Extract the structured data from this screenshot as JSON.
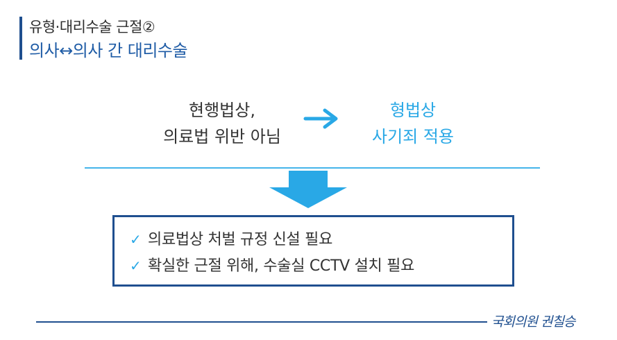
{
  "header": {
    "line1": "유형·대리수술 근절②",
    "line2": "의사↔의사 간 대리수술"
  },
  "comparison": {
    "left": [
      "현행법상,",
      "의료법 위반 아님"
    ],
    "right": [
      "형법상",
      "사기죄 적용"
    ]
  },
  "box": {
    "items": [
      "의료법상 처벌 규정 신설 필요",
      "확실한 근절 위해, 수술실 CCTV 설치 필요"
    ]
  },
  "footer": {
    "signature": "국회의원 권칠승"
  },
  "colors": {
    "primary": "#1f4f8f",
    "accent": "#29a8e6",
    "text": "#333333"
  },
  "icons": {
    "right_arrow": "right-arrow-icon",
    "down_arrow": "down-arrow-icon",
    "check": "check-icon"
  }
}
